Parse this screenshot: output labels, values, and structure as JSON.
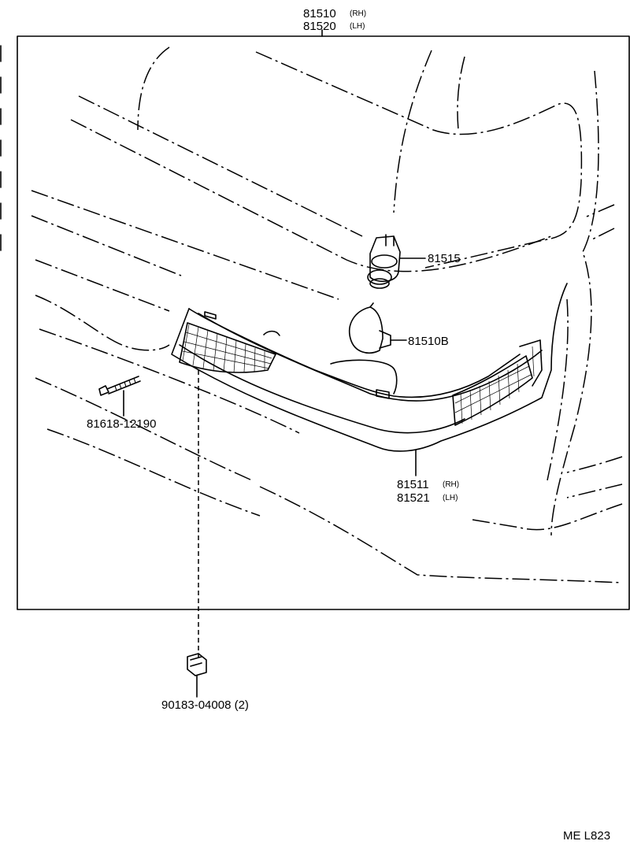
{
  "labels": {
    "assembly_rh": "81510",
    "assembly_rh_side": "(RH)",
    "assembly_lh": "81520",
    "assembly_lh_side": "(LH)",
    "socket": "81515",
    "bulb": "81510B",
    "lens_rh": "81511",
    "lens_rh_side": "(RH)",
    "lens_lh": "81521",
    "lens_lh_side": "(LH)",
    "screw": "81618-12190",
    "nut": "90183-04008 (2)",
    "code": "ME  L823"
  }
}
